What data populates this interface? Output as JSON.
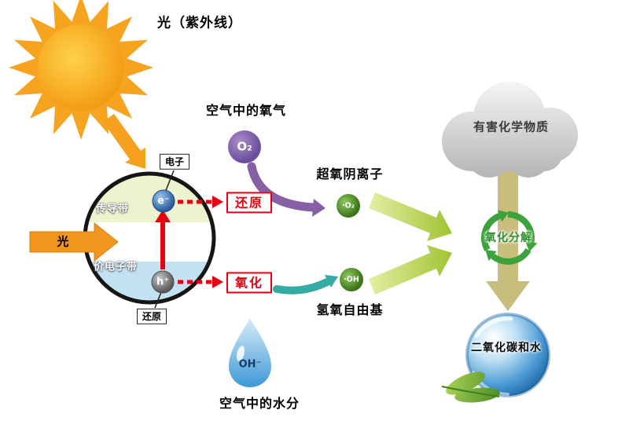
{
  "colors": {
    "sun_orange": "#F6A41F",
    "arrow_orange": "#F0951E",
    "accent_red": "#E60012",
    "oxygen_purple": "#8560A5",
    "radical_green": "#3B741A",
    "teal_arrow": "#35ABA3",
    "light_green_arrow": "#A6C73B",
    "recycle_green": "#3CA23C",
    "cloud_gray": "#C9C9C9",
    "decompose_tan": "#C9BD7E",
    "globe_blue": "#2E7FC2",
    "drop_blue": "#3D99D6",
    "conduction_band_fill": "#EDF2CF",
    "valence_band_fill": "#C2E2F2"
  },
  "diagram": {
    "title": "光（紫外线）",
    "light_arrow_label": "光",
    "particle": {
      "conduction_band": "传导带",
      "valence_band": "价电子带",
      "electron_tag": "电子",
      "electron_symbol": "e⁻",
      "hole_symbol": "h⁺",
      "hole_tag": "还原"
    },
    "reduction_box": "还原",
    "oxidation_box": "氧化",
    "oxygen": {
      "label": "空气中的氧气",
      "symbol": "O₂"
    },
    "superoxide": {
      "label": "超氧阴离子",
      "symbol": "·O₂"
    },
    "hydroxyl": {
      "label": "氢氧自由基",
      "symbol": "·OH"
    },
    "water": {
      "label": "空气中的水分",
      "symbol": "OH⁻"
    },
    "pollutant": {
      "label": "有害化学物质"
    },
    "decomposition": {
      "label": "氧化分解"
    },
    "product": {
      "label": "二氧化碳和水"
    }
  }
}
